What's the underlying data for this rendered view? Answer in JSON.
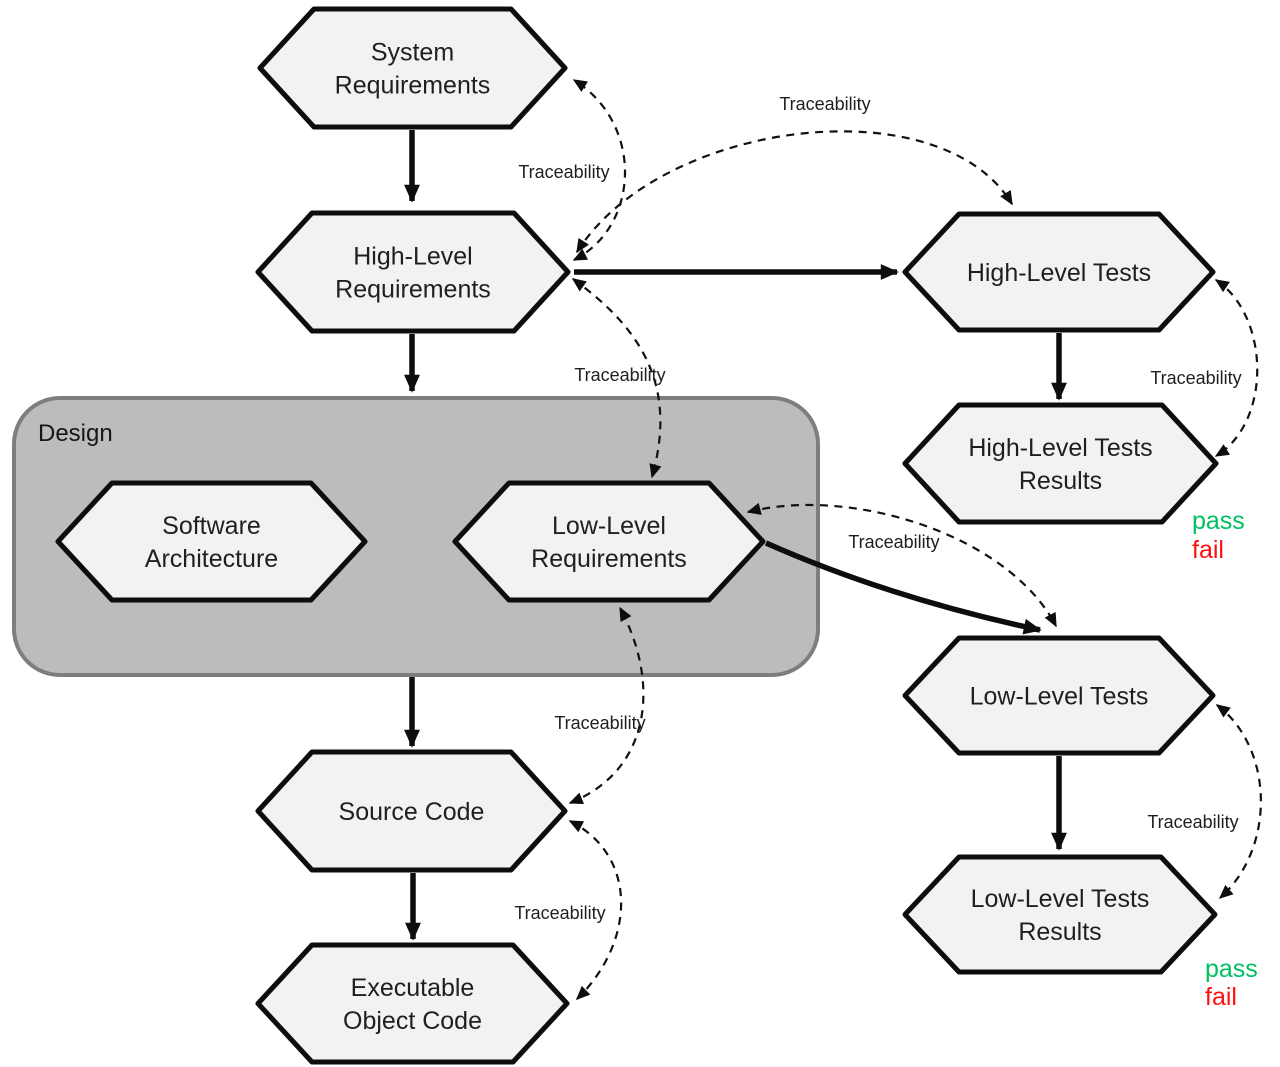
{
  "diagram": {
    "design_group": {
      "label": "Design"
    },
    "edge_label": "Traceability",
    "nodes": [
      {
        "id": "system-requirements",
        "lines": [
          "System",
          "Requirements"
        ]
      },
      {
        "id": "high-level-requirements",
        "lines": [
          "High-Level",
          "Requirements"
        ]
      },
      {
        "id": "high-level-tests",
        "lines": [
          "High-Level Tests"
        ]
      },
      {
        "id": "high-level-tests-results",
        "lines": [
          "High-Level Tests",
          "Results"
        ]
      },
      {
        "id": "software-architecture",
        "lines": [
          "Software",
          "Architecture"
        ]
      },
      {
        "id": "low-level-requirements",
        "lines": [
          "Low-Level",
          "Requirements"
        ]
      },
      {
        "id": "source-code",
        "lines": [
          "Source Code"
        ]
      },
      {
        "id": "executable-object-code",
        "lines": [
          "Executable",
          "Object Code"
        ]
      },
      {
        "id": "low-level-tests",
        "lines": [
          "Low-Level Tests"
        ]
      },
      {
        "id": "low-level-tests-results",
        "lines": [
          "Low-Level Tests",
          "Results"
        ]
      }
    ],
    "status_labels": [
      {
        "id": "high-level-pass",
        "text": "pass",
        "color": "#00c060"
      },
      {
        "id": "high-level-fail",
        "text": "fail",
        "color": "#ff0f0f"
      },
      {
        "id": "low-level-pass",
        "text": "pass",
        "color": "#00c060"
      },
      {
        "id": "low-level-fail",
        "text": "fail",
        "color": "#ff0f0f"
      }
    ],
    "colors": {
      "node_fill": "#f2f2f2",
      "node_stroke": "#0d0d0d",
      "design_fill": "#bcbcbc",
      "design_stroke": "#7e7e7e",
      "edge": "#111111",
      "text": "#1f1f1f",
      "pass": "#00c060",
      "fail": "#ff0f0f"
    }
  }
}
